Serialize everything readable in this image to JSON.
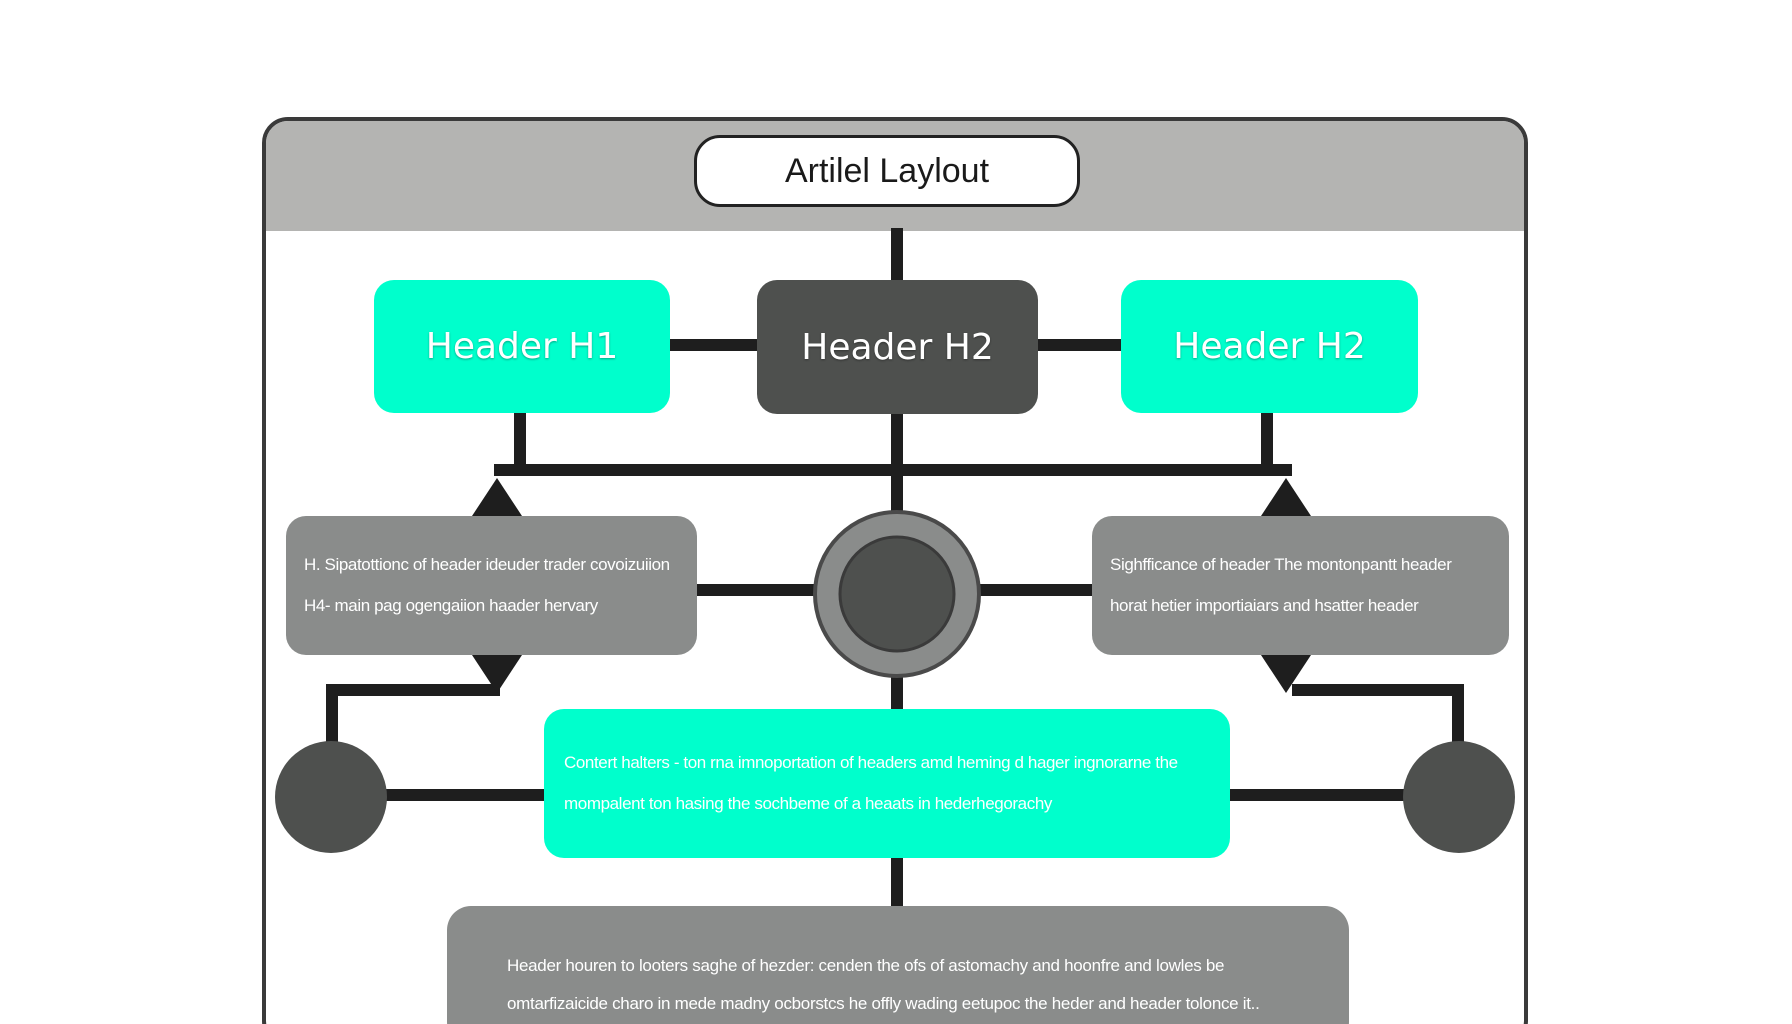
{
  "title": "Artilel Laylout",
  "headers": {
    "left": "Header  H1",
    "center": "Header  H2",
    "right": "Header  H2"
  },
  "left_box": {
    "line1": "H. Sipatottionc of header ideuder trader covoizuiion",
    "line2": "H4- main pag ogengaiion haader hervary"
  },
  "right_box": {
    "line1": "Sighfficance of header The montonpantt header",
    "line2": "horat hetier importiaiars and hsatter header"
  },
  "content_box": {
    "line1": "Contert halters - ton rna imnoportation of headers amd heming d hager ingnorarne the",
    "line2": "mompalent ton hasing the sochbeme of a heaats in hederhegorachy"
  },
  "bottom_box": {
    "line1": "Header houren to looters saghe of hezder: cenden the ofs of astomachy and hoonfre and lowles be",
    "line2": "omtarfizaicide charo in mede madny ocborstcs he offly wading eetupoc the heder and header tolonce it.."
  },
  "colors": {
    "accent": "#00ffcc",
    "dark": "#4e504e",
    "gray": "#8a8c8b",
    "title_bar": "#b4b4b2",
    "line": "#1e1e1e"
  }
}
